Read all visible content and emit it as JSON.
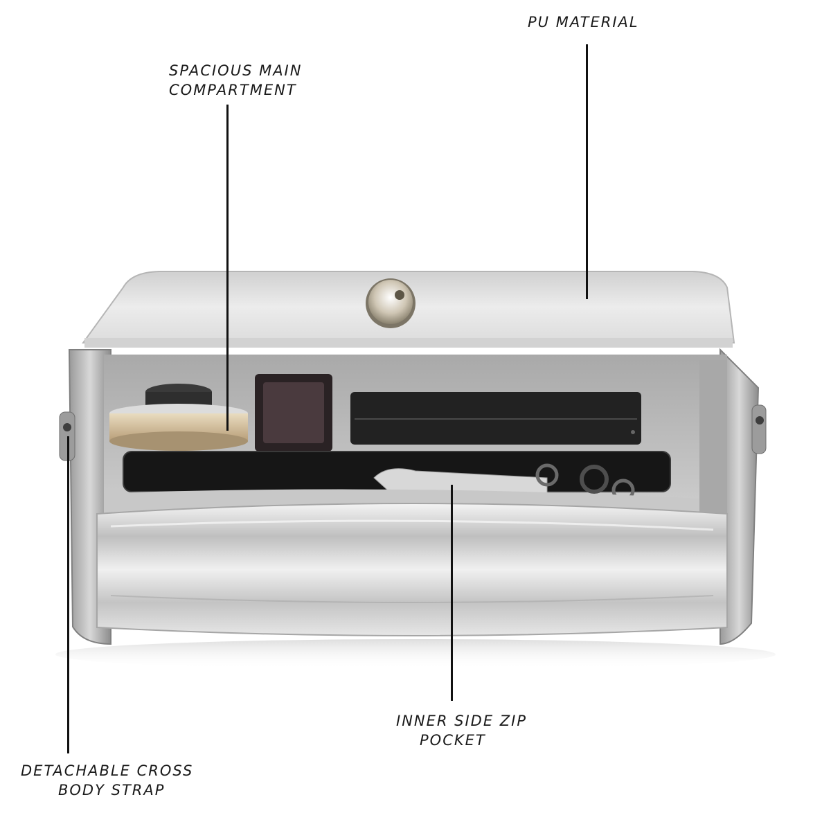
{
  "callouts": {
    "pu_material": {
      "text": "PU MATERIAL"
    },
    "main_compartment": {
      "line1": "SPACIOUS MAIN",
      "line2": "COMPARTMENT"
    },
    "zip_pocket": {
      "line1": "INNER SIDE ZIP",
      "line2": "POCKET"
    },
    "strap": {
      "line1": "DETACHABLE CROSS",
      "line2": "BODY STRAP"
    }
  },
  "colors": {
    "background": "#ffffff",
    "silver_light": "#eeeeee",
    "silver_mid": "#c9c9c9",
    "silver_dark": "#8d8d8d",
    "interior": "#bfbfbf",
    "items_dark": "#1e1e1e",
    "line": "#111111"
  }
}
